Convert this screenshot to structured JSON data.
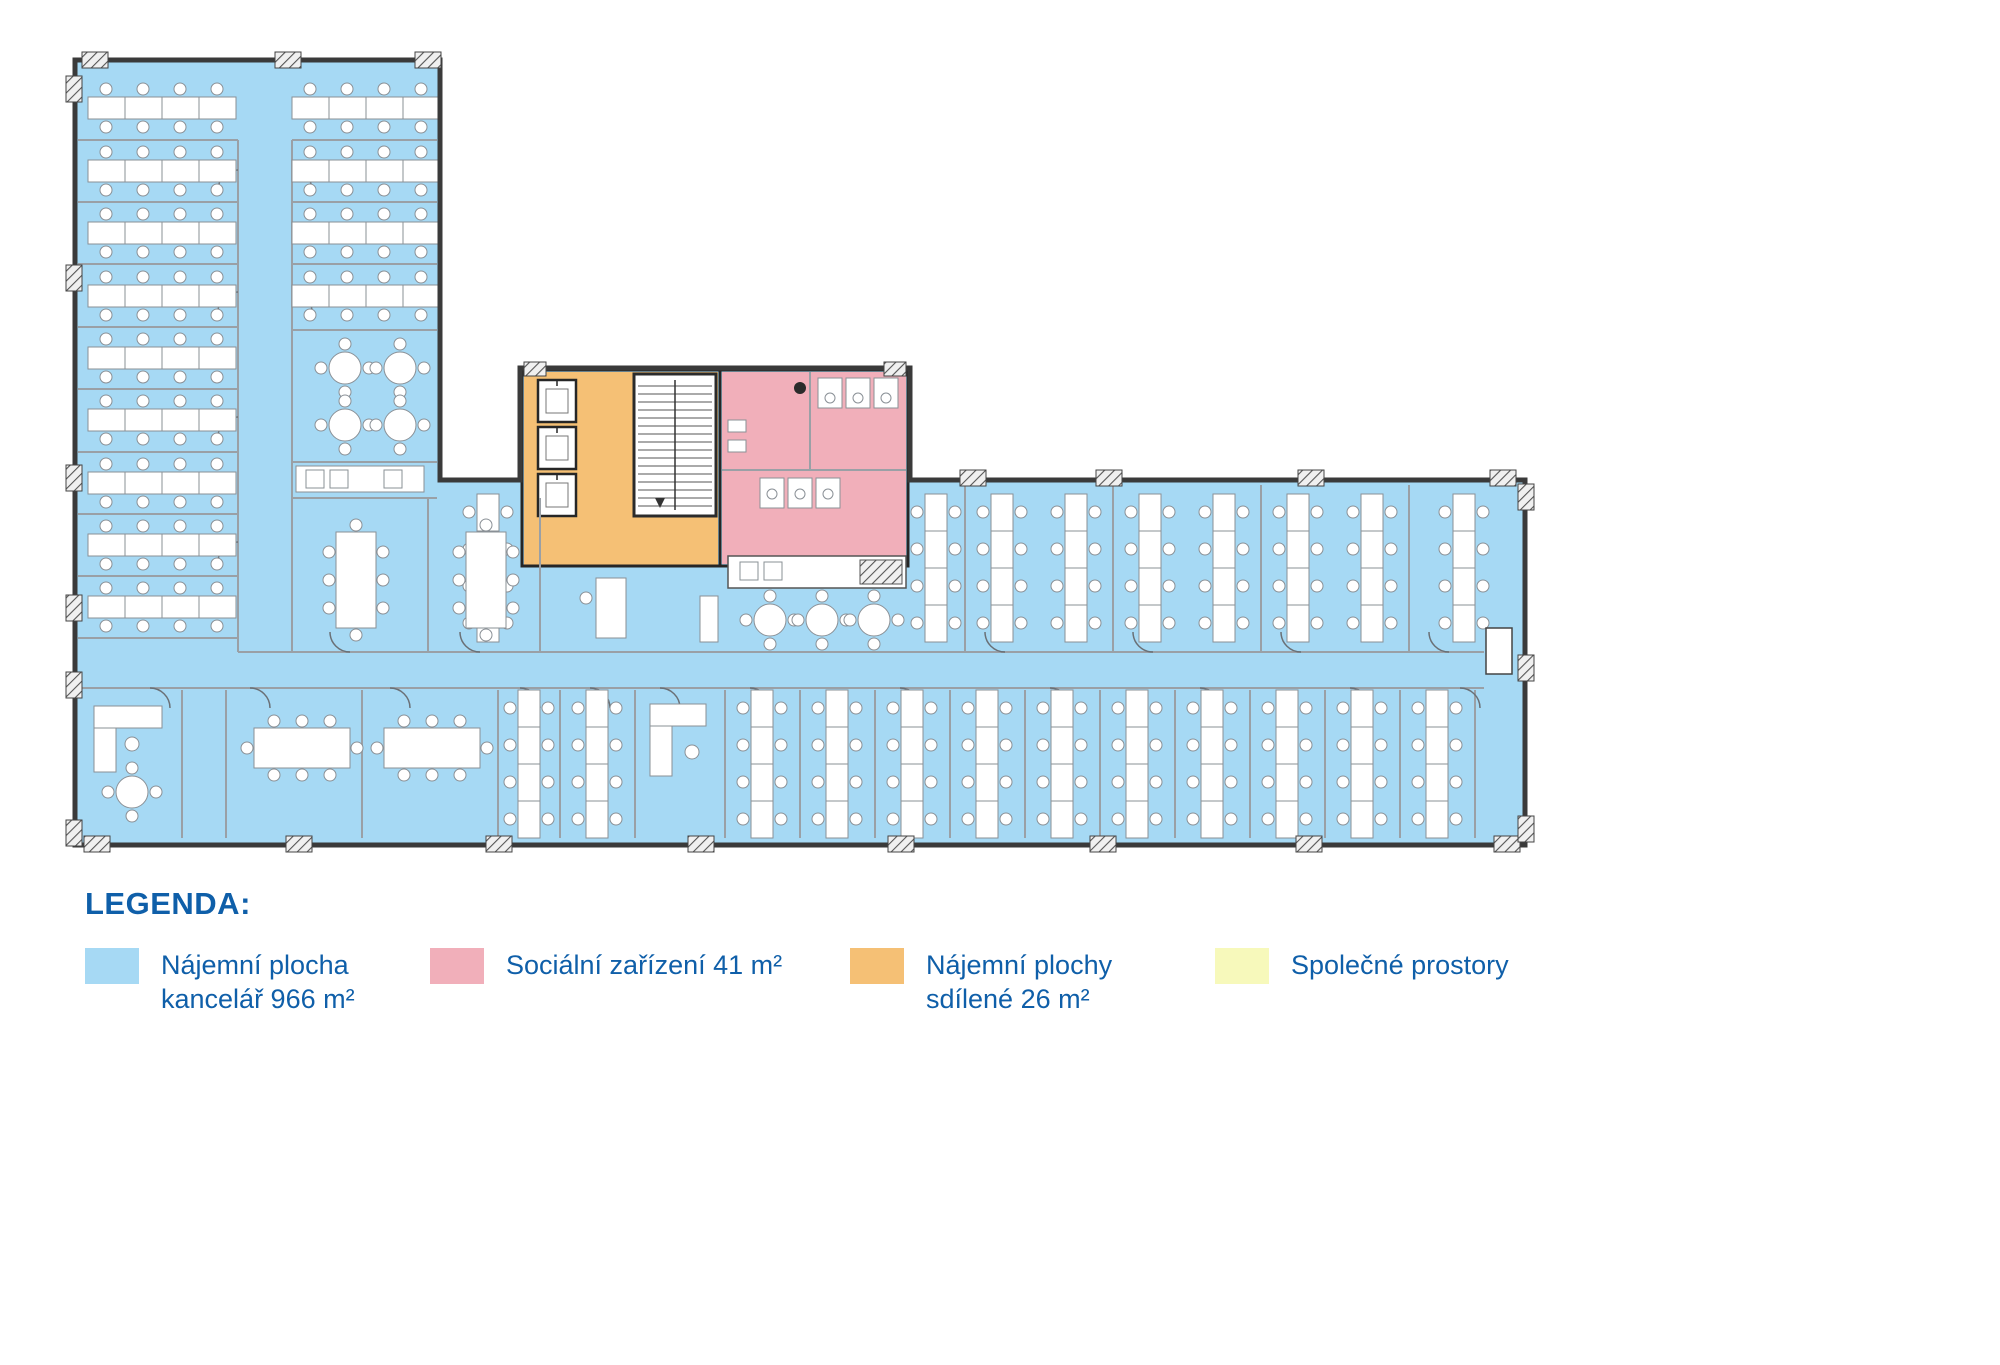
{
  "legend": {
    "title": "LEGENDA:",
    "items": [
      {
        "id": "office",
        "line1": "Nájemní plocha",
        "line2": "kancelář 966 m²",
        "color": "#a6d9f4"
      },
      {
        "id": "sanitary",
        "line1": "Sociální zařízení 41 m²",
        "line2": "",
        "color": "#f1afba"
      },
      {
        "id": "shared",
        "line1": "Nájemní plochy",
        "line2": "sdílené 26 m²",
        "color": "#f5c075"
      },
      {
        "id": "common",
        "line1": "Společné prostory",
        "line2": "",
        "color": "#f7f9bb"
      }
    ]
  },
  "plan": {
    "fills": {
      "office": "#a6d9f4",
      "sanitary": "#f1afba",
      "shared": "#f5c075",
      "wall": "#3a3a3a",
      "partition": "#9aa0a6"
    }
  },
  "text_color": "#0f5fa9"
}
